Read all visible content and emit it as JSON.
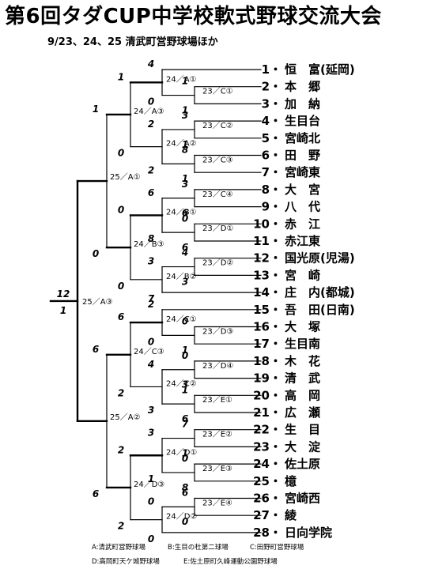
{
  "title": "第6回タダCUP中学校軟式野球交流大会",
  "subtitle": "9/23、24、25 清武町営野球場ほか",
  "teams": [
    {
      "num": "1・",
      "name": "恒　富(延岡)"
    },
    {
      "num": "2・",
      "name": "本　郷"
    },
    {
      "num": "3・",
      "name": "加　納"
    },
    {
      "num": "4・",
      "name": "生目台"
    },
    {
      "num": "5・",
      "name": "宮崎北"
    },
    {
      "num": "6・",
      "name": "田　野"
    },
    {
      "num": "7・",
      "name": "宮崎東"
    },
    {
      "num": "8・",
      "name": "大　宮"
    },
    {
      "num": "9・",
      "name": "八　代"
    },
    {
      "num": "10・",
      "name": "赤　江"
    },
    {
      "num": "11・",
      "name": "赤江東"
    },
    {
      "num": "12・",
      "name": "国光原(児湯)"
    },
    {
      "num": "13・",
      "name": "宮　崎"
    },
    {
      "num": "14・",
      "name": "庄　内(都城)"
    },
    {
      "num": "15・",
      "name": "吾　田(日南)"
    },
    {
      "num": "16・",
      "name": "大　塚"
    },
    {
      "num": "17・",
      "name": "生目南"
    },
    {
      "num": "18・",
      "name": "木　花"
    },
    {
      "num": "19・",
      "name": "清　武"
    },
    {
      "num": "20・",
      "name": "高　岡"
    },
    {
      "num": "21・",
      "name": "広　瀬"
    },
    {
      "num": "22・",
      "name": "生　目"
    },
    {
      "num": "23・",
      "name": "大　淀"
    },
    {
      "num": "24・",
      "name": "佐土原"
    },
    {
      "num": "25・",
      "name": "檍"
    },
    {
      "num": "26・",
      "name": "宮崎西"
    },
    {
      "num": "27・",
      "name": "綾"
    },
    {
      "num": "28・",
      "name": "日向学院"
    }
  ],
  "games": [
    {
      "id": "r1-2-3",
      "label": "23／C①",
      "top": "1",
      "bot": "1"
    },
    {
      "id": "r1-4-5",
      "label": "23／C②",
      "top": "3",
      "bot": "1"
    },
    {
      "id": "r1-6-7",
      "label": "23／C③",
      "top": "8",
      "bot": "1"
    },
    {
      "id": "r1-8-9",
      "label": "23／C④",
      "top": "3",
      "bot": "6"
    },
    {
      "id": "r1-10-11",
      "label": "23／D①",
      "top": "0",
      "bot": "6"
    },
    {
      "id": "r1-12-13",
      "label": "23／D②",
      "top": "4",
      "bot": "3"
    },
    {
      "id": "r1-16-17",
      "label": "23／D③",
      "top": "0",
      "bot": "1"
    },
    {
      "id": "r1-18-19",
      "label": "23／D④",
      "top": "0",
      "bot": "3"
    },
    {
      "id": "r1-20-21",
      "label": "23／E①",
      "top": "1",
      "bot": "6"
    },
    {
      "id": "r1-22-23",
      "label": "23／E②",
      "top": "7",
      "bot": "1"
    },
    {
      "id": "r1-24-25",
      "label": "23／E③",
      "top": "0",
      "bot": "8"
    },
    {
      "id": "r1-26-27",
      "label": "23／E④",
      "top": "6",
      "bot": "0"
    },
    {
      "id": "r2-1",
      "label": "24／A①",
      "top": "4",
      "bot": "0"
    },
    {
      "id": "r2-2",
      "label": "24／A②",
      "top": "2",
      "bot": "2"
    },
    {
      "id": "r2-3",
      "label": "24／B①",
      "top": "6",
      "bot": "8"
    },
    {
      "id": "r2-4",
      "label": "24／B②",
      "top": "3",
      "bot": "7"
    },
    {
      "id": "r2-5",
      "label": "24／C①",
      "top": "2",
      "bot": "0"
    },
    {
      "id": "r2-6",
      "label": "24／C②",
      "top": "4",
      "bot": "3"
    },
    {
      "id": "r2-7",
      "label": "24／D①",
      "top": "3",
      "bot": "1"
    },
    {
      "id": "r2-8",
      "label": "24／D②",
      "top": "0",
      "bot": "0"
    },
    {
      "id": "r3-1",
      "label": "24／A③",
      "top": "1",
      "bot": "0"
    },
    {
      "id": "r3-2",
      "label": "24／B③",
      "top": "0",
      "bot": "0"
    },
    {
      "id": "r3-3",
      "label": "24／C③",
      "top": "6",
      "bot": "2"
    },
    {
      "id": "r3-4",
      "label": "24／D③",
      "top": "2",
      "bot": "2"
    },
    {
      "id": "sf-1",
      "label": "25／A①",
      "top": "1",
      "bot": "0"
    },
    {
      "id": "sf-2",
      "label": "25／A②",
      "top": "6",
      "bot": "6"
    },
    {
      "id": "final",
      "label": "25／A③",
      "top": "12",
      "bot": "1"
    }
  ],
  "legend": [
    "A:清武町営野球場",
    "B:生目の杜第二球場",
    "C:田野町営野球場",
    "D:高岡町天ケ城野球場",
    "E:佐土原町久峰運動公園野球場"
  ]
}
